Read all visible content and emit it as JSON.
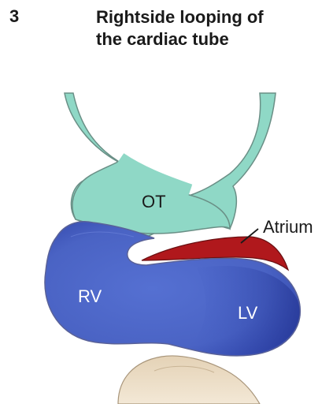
{
  "figure": {
    "step_number": "3",
    "title_line1": "Rightside looping of",
    "title_line2": "the cardiac tube"
  },
  "labels": {
    "outflow_tract": "OT",
    "atrium": "Atrium",
    "right_ventricle": "RV",
    "left_ventricle": "LV"
  },
  "colors": {
    "outflow_tract": "#8fd8c6",
    "ventricle": "#4a63c4",
    "ventricle_dark": "#2f43a8",
    "atrium": "#b0181c",
    "lower_tissue": "#ecdcc4",
    "outline": "#6a6a6a"
  }
}
